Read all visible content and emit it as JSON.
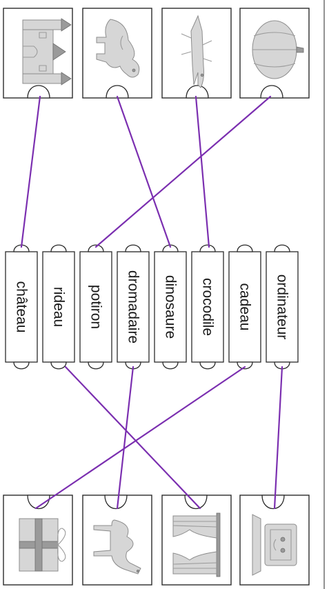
{
  "words": [
    "château",
    "rideau",
    "potiron",
    "dromadaire",
    "dinosaure",
    "crocodile",
    "cadeau",
    "ordinateur"
  ],
  "top_pictures": [
    "castle",
    "dinosaur",
    "crocodile",
    "pumpkin"
  ],
  "bottom_pictures": [
    "gift",
    "camel",
    "curtain",
    "computer"
  ],
  "links_top": [
    {
      "picture": "castle",
      "word": "château"
    },
    {
      "picture": "dinosaur",
      "word": "dinosaure"
    },
    {
      "picture": "crocodile",
      "word": "crocodile"
    },
    {
      "picture": "pumpkin",
      "word": "potiron"
    }
  ],
  "links_bottom": [
    {
      "word": "rideau",
      "picture": "curtain"
    },
    {
      "word": "dromadaire",
      "picture": "camel"
    },
    {
      "word": "cadeau",
      "picture": "gift"
    },
    {
      "word": "ordinateur",
      "picture": "computer"
    }
  ],
  "colors": {
    "link": "#7b2fb0",
    "outline": "#2a2a2a",
    "illustration": "#9a9a9a"
  }
}
